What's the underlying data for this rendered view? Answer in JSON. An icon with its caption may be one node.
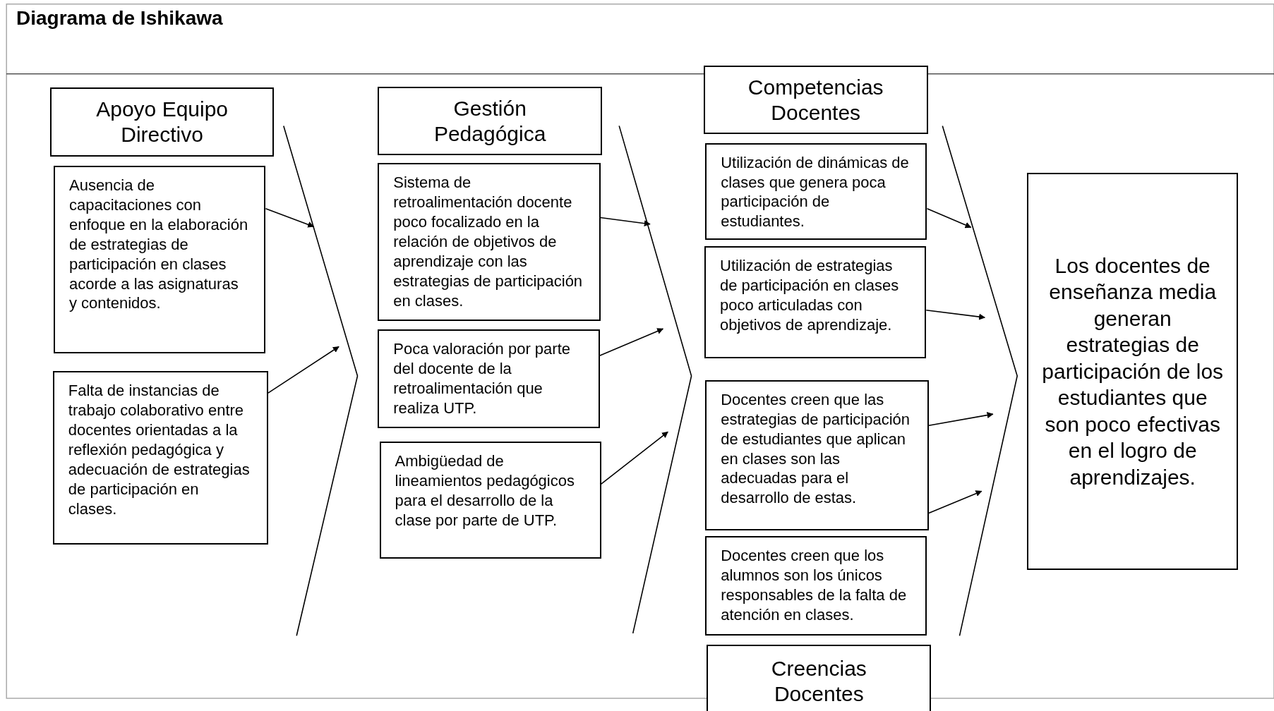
{
  "diagram": {
    "title": "Diagrama de Ishikawa",
    "nodes": [
      {
        "text": [
          "Apoyo Equipo Directivo"
        ]
      },
      {
        "text": [
          "Ausencia de capacitaciones con enfoque en la elaboración de estrategias de participación en clases acorde a las asignaturas y contenidos."
        ]
      },
      {
        "text": [
          "Falta de instancias de trabajo colaborativo entre docentes orientadas a la reflexión pedagógica y adecuación de estrategias de participación en clases."
        ]
      },
      {
        "text": [
          "Gestión Pedagógica"
        ]
      },
      {
        "text": [
          "Sistema de retroalimentación docente poco focalizado en la relación de objetivos de aprendizaje con las estrategias de participación en clases."
        ]
      },
      {
        "text": [
          "Poca valoración por parte del docente de la retroalimentación que realiza UTP."
        ]
      },
      {
        "text": [
          "Ambigüedad de lineamientos pedagógicos para el desarrollo de la clase por parte de UTP."
        ]
      },
      {
        "text": [
          "Competencias Docentes"
        ]
      },
      {
        "text": [
          "Utilización de dinámicas de clases que genera poca participación de estudiantes."
        ]
      },
      {
        "text": [
          "Utilización de estrategias de participación en clases poco articuladas con objetivos de aprendizaje."
        ]
      },
      {
        "text": [
          "Docentes creen que las estrategias de participación de estudiantes que aplican en clases son las adecuadas para el desarrollo de estas."
        ]
      },
      {
        "text": [
          "Docentes creen que los alumnos son los únicos responsables de la falta de atención en clases."
        ]
      },
      {
        "text": [
          "Creencias Docentes"
        ]
      },
      {
        "text": [
          "Los docentes de enseñanza media generan estrategias de participación de los estudiantes que son poco efectivas en el logro de aprendizajes."
        ]
      }
    ],
    "edges": [
      {
        "from": 1,
        "to": null,
        "arrow": "to"
      },
      {
        "from": 2,
        "to": null,
        "arrow": "to"
      },
      {
        "from": 4,
        "to": null,
        "arrow": "to"
      },
      {
        "from": 5,
        "to": null,
        "arrow": "to"
      },
      {
        "from": 6,
        "to": null,
        "arrow": "to"
      },
      {
        "from": 8,
        "to": null,
        "arrow": "to"
      },
      {
        "from": 9,
        "to": null,
        "arrow": "to"
      },
      {
        "from": 10,
        "to": null,
        "arrow": "to"
      },
      {
        "from": 10,
        "to": null,
        "arrow": "to"
      }
    ]
  }
}
